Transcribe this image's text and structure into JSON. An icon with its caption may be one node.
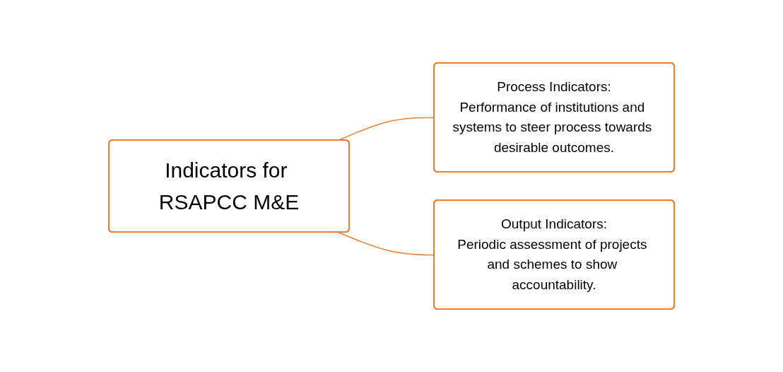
{
  "diagram": {
    "nodes": [
      {
        "text": [
          "Indicators for RSAPCC M&E"
        ]
      },
      {
        "text": [
          "Process Indicators:",
          "Performance of institutions and systems to steer process towards desirable outcomes."
        ]
      },
      {
        "text": [
          "Output Indicators:",
          "Periodic assessment of projects and schemes to show accountability."
        ]
      }
    ],
    "edges": [
      {
        "from": 0,
        "to": 1,
        "arrow": "none"
      },
      {
        "from": 0,
        "to": 2,
        "arrow": "none"
      }
    ]
  }
}
